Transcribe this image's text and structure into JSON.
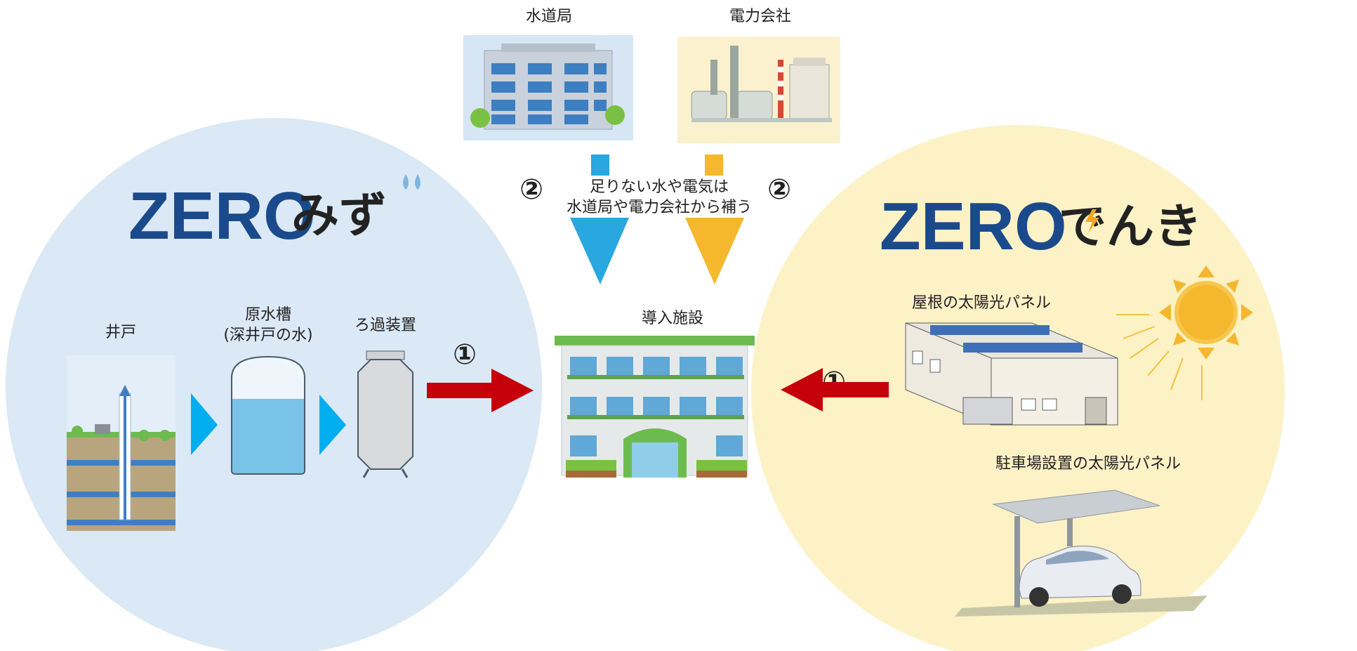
{
  "suppliers": {
    "water": {
      "label": "水道局"
    },
    "power": {
      "label": "電力会社"
    }
  },
  "supplement": {
    "line1": "足りない水や電気は",
    "line2": "水道局や電力会社から補う",
    "marker_left": "②",
    "marker_right": "②"
  },
  "facility": {
    "label": "導入施設"
  },
  "zero_water": {
    "brand": "ZERO",
    "sub": "みず",
    "steps": [
      "井戸",
      "原水槽",
      "(深井戸の水)",
      "ろ過装置"
    ],
    "marker": "①"
  },
  "zero_power": {
    "brand": "ZERO",
    "sub": "でんき",
    "roof_label": "屋根の太陽光パネル",
    "carport_label": "駐車場設置の太陽光パネル",
    "marker": "①"
  },
  "colors": {
    "water_circle": "#dbe8f5",
    "power_circle": "#fdf1c6",
    "brand_navy": "#1b4a8c",
    "water_arrow": "#29a7e1",
    "power_arrow": "#f5b72d",
    "red_arrow": "#c5000b",
    "step_triangle": "#00aeef"
  },
  "icons": [
    "building-icon",
    "power-plant-icon",
    "well-icon",
    "tank-icon",
    "filter-icon",
    "school-building-icon",
    "factory-solar-icon",
    "sun-icon",
    "carport-car-icon",
    "water-drops-icon",
    "lightning-icon"
  ]
}
